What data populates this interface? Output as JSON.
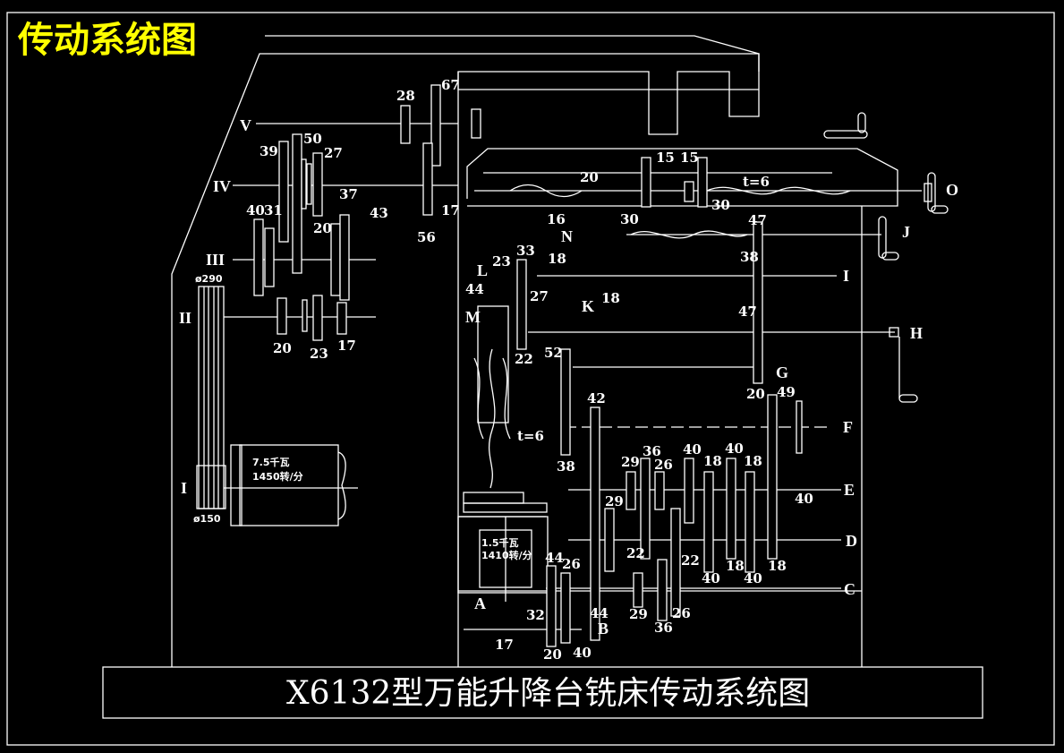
{
  "header": {
    "title": "传动系统图"
  },
  "footer": {
    "title": "X6132型万能升降台铣床传动系统图"
  },
  "colors": {
    "background": "#000000",
    "lines": "#ffffff",
    "title": "#ffff00"
  },
  "main_motor": {
    "power": "7.5千瓦",
    "speed": "1450转/分"
  },
  "feed_motor": {
    "power": "1.5千瓦",
    "speed": "1410转/分"
  },
  "pulleys": {
    "large": "ø290",
    "small": "ø150"
  },
  "axes": {
    "I": "I",
    "II": "II",
    "III": "III",
    "IV": "IV",
    "V": "V",
    "A": "A",
    "B": "B",
    "C": "C",
    "D": "D",
    "E": "E",
    "F": "F",
    "G": "G",
    "H": "H",
    "I2": "I",
    "J": "J",
    "K": "K",
    "L": "L",
    "M": "M",
    "N": "N",
    "O": "O"
  },
  "screws": {
    "table": "t=6",
    "vertical": "t=6"
  },
  "gears": {
    "g28": "28",
    "g67": "67",
    "g39": "39",
    "g50": "50",
    "g27": "27",
    "g37": "37",
    "g43": "43",
    "g40a": "40",
    "g31": "31",
    "g20a": "20",
    "g56": "56",
    "g17a": "17",
    "g20b": "20",
    "g23a": "23",
    "g17b": "17",
    "g20c": "20",
    "g15a": "15",
    "g15b": "15",
    "g30a": "30",
    "g30b": "30",
    "g16": "16",
    "g33": "33",
    "g23b": "23",
    "g18a": "18",
    "g18b": "18",
    "g44a": "44",
    "g27b": "27",
    "g22a": "22",
    "g47a": "47",
    "g38a": "38",
    "g47b": "47",
    "g20d": "20",
    "g52": "52",
    "g38b": "38",
    "g42": "42",
    "g36a": "36",
    "g49": "49",
    "g29a": "29",
    "g26a": "26",
    "g40b": "40",
    "g18c": "18",
    "g40c": "40",
    "g18d": "18",
    "g40e": "40",
    "g29b": "29",
    "g22b": "22",
    "g22c": "22",
    "g40f": "40",
    "g18e": "18",
    "g40g": "40",
    "g18f": "18",
    "g44b": "44",
    "g26b": "26",
    "g44c": "44",
    "g29c": "29",
    "g26c": "26",
    "g36b": "36",
    "g32": "32",
    "g17c": "17",
    "g20e": "20",
    "g40h": "40"
  }
}
